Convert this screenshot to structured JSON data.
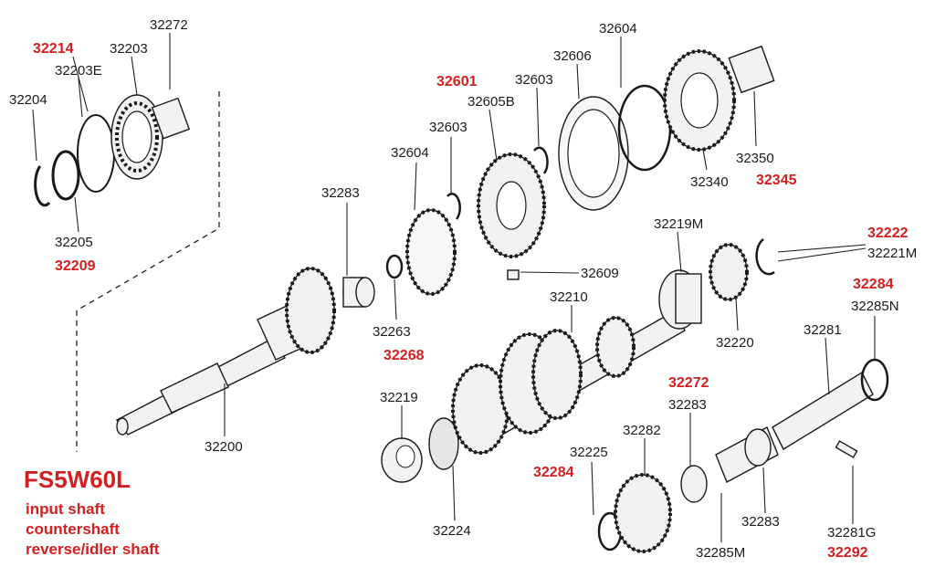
{
  "title": "FS5W60L",
  "subtitles": [
    "input shaft",
    "countershaft",
    "reverse/idler shaft"
  ],
  "labels": {
    "p32272a": "32272",
    "p32214": "32214",
    "p32203": "32203",
    "p32203E": "32203E",
    "p32204": "32204",
    "p32205": "32205",
    "p32209": "32209",
    "p32283a": "32283",
    "p32200": "32200",
    "p32263": "32263",
    "p32268": "32268",
    "p32604a": "32604",
    "p32603a": "32603",
    "p32601": "32601",
    "p32605B": "32605B",
    "p32603b": "32603",
    "p32606": "32606",
    "p32604b": "32604",
    "p32340": "32340",
    "p32350": "32350",
    "p32345": "32345",
    "p32609": "32609",
    "p32219M": "32219M",
    "p32210": "32210",
    "p32220": "32220",
    "p32222": "32222",
    "p32221M": "32221M",
    "p32284a": "32284",
    "p32285N": "32285N",
    "p32281": "32281",
    "p32219": "32219",
    "p32224": "32224",
    "p32272b": "32272",
    "p32283b": "32283",
    "p32282": "32282",
    "p32225": "32225",
    "p32284b": "32284",
    "p32283c": "32283",
    "p32285M": "32285M",
    "p32281G": "32281G",
    "p32292": "32292"
  }
}
